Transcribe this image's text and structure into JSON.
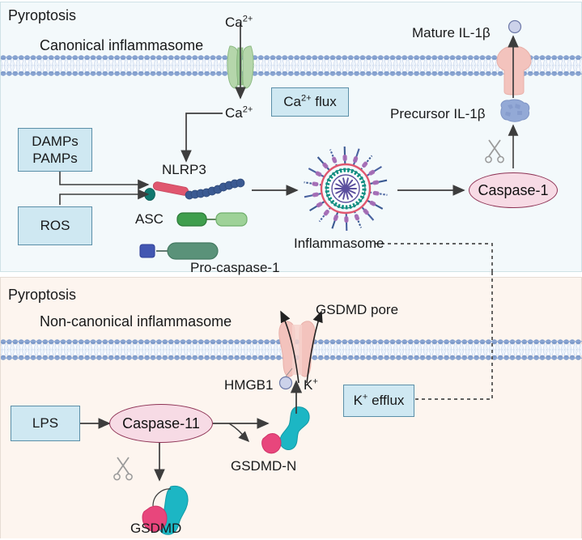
{
  "diagram": {
    "title": "Pyroptosis pathways: canonical and non-canonical inflammasome",
    "colors": {
      "panel_top_bg": "#f3f9fb",
      "panel_bottom_bg": "#fdf5ef",
      "box_fill": "#cfe8f2",
      "box_border": "#5b8fa8",
      "caspase_fill": "#f7dbe5",
      "caspase_border": "#8e3355",
      "membrane_head": "#7f9ccb",
      "pore_fill": "#f3c3bd",
      "nlrp3_bar": "#e0576f",
      "nlrp3_beads": "#3b5a92",
      "asc_dark": "#3f9e4d",
      "asc_light": "#8fcb8a",
      "procaspase_blue": "#4257b2",
      "procaspase_green": "#5a9279",
      "gsdmd_n": "#e8467c",
      "gsdmd_c": "#1cb6c4",
      "ilb_precursor": "#8fa5d4",
      "mature_ilb": "#ccd2ea",
      "channel_green": "#a8cf9e",
      "arrow": "#3d3d3d",
      "dotted": "#4a4a4a"
    }
  },
  "panels": {
    "canonical": {
      "header": "Pyroptosis",
      "subtitle": "Canonical inflammasome"
    },
    "non_canonical": {
      "header": "Pyroptosis",
      "subtitle": "Non-canonical inflammasome"
    }
  },
  "canonical": {
    "ca_extracellular_label": "Ca2+",
    "ca_intracellular_label": "Ca2+",
    "ca_flux_box": "Ca2+ flux",
    "damps_pamps_box_line1": "DAMPs",
    "damps_pamps_box_line2": "PAMPs",
    "ros_box": "ROS",
    "nlrp3_label": "NLRP3",
    "asc_label": "ASC",
    "procaspase1_label": "Pro-caspase-1",
    "inflammasome_label": "Inflammasome",
    "caspase1_label": "Caspase-1",
    "precursor_il1b_label": "Precursor IL-1β",
    "mature_il1b_label": "Mature IL-1β"
  },
  "non_canonical": {
    "lps_box": "LPS",
    "caspase11_label": "Caspase-11",
    "gsdmd_label": "GSDMD",
    "gsdmd_n_label": "GSDMD-N",
    "gsdmd_pore_label": "GSDMD pore",
    "hmgb1_label": "HMGB1",
    "k_label": "K+",
    "k_efflux_box": "K+ efflux"
  },
  "icons": {
    "scissors_caspase1": "scissors-icon",
    "scissors_gsdmd": "scissors-icon",
    "calcium_channel": "calcium-channel-icon",
    "il1b_pore": "il1b-release-pore-icon",
    "gsdmd_pore": "gsdmd-pore-icon",
    "inflammasome_wheel": "inflammasome-wheel-icon",
    "membrane_top": "lipid-bilayer-icon",
    "membrane_bottom": "lipid-bilayer-icon"
  }
}
